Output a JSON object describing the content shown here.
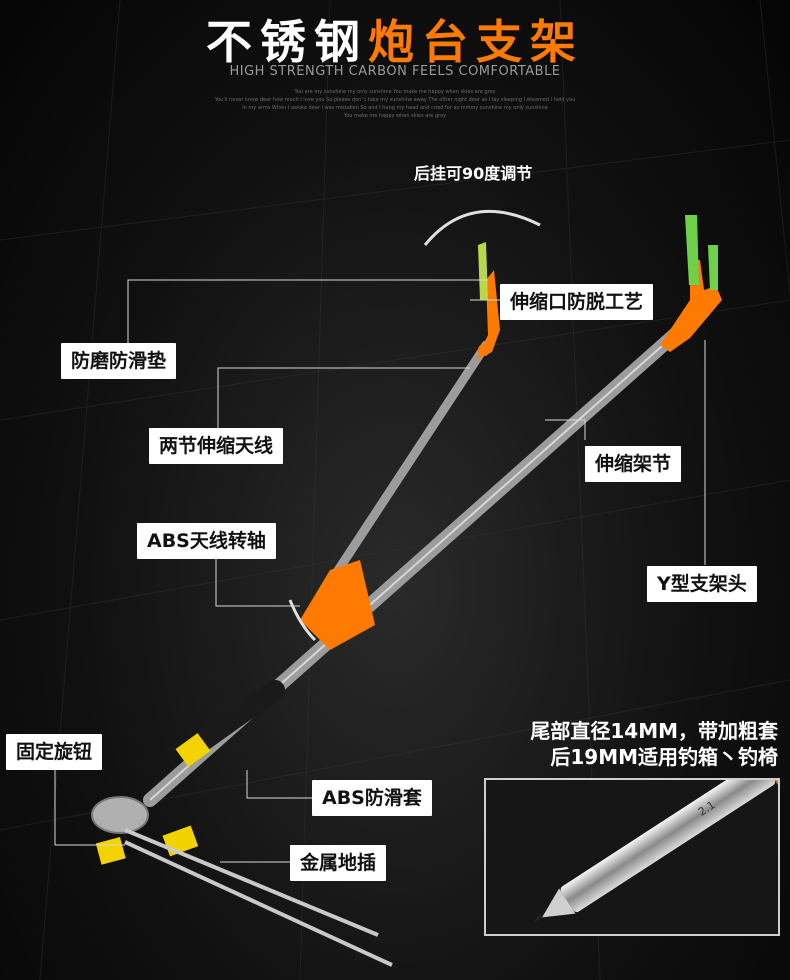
{
  "header": {
    "title_white": "不锈钢",
    "title_orange": "炮台支架",
    "subtitle": "HIGH STRENGTH CARBON FEELS COMFORTABLE",
    "fine_lines": [
      "You are my sunshine my only sunshine You make me happy when skies are grey",
      "You'll never know dear how much I love you So please don' t take my sunshine away The other night dear as I lay sleeping I dreamed I held you",
      "In my arms When I awoke dear I was mistaken So and I hung my head and cried for as mmmy sunshine my only sunshine",
      "You make me happy when skies are grey"
    ]
  },
  "callouts": {
    "rear_hook": "后挂可90度调节",
    "anti_wear_pad": "防磨防滑垫",
    "two_section_antenna": "两节伸缩天线",
    "abs_pivot": "ABS天线转轴",
    "telescopic_anti_slip": "伸缩口防脱工艺",
    "telescopic_section": "伸缩架节",
    "y_head": "Y型支架头",
    "fixing_knob": "固定旋钮",
    "abs_grip": "ABS防滑套",
    "metal_stake": "金属地插"
  },
  "spec": {
    "line1": "尾部直径14MM，带加粗套",
    "line2": "后19MM适用钓箱丶钓椅"
  },
  "inset": {
    "marking": "2.1"
  },
  "colors": {
    "accent": "#ff7a00",
    "tip_green": "#7be04a",
    "steel": "#c9c9c9"
  }
}
